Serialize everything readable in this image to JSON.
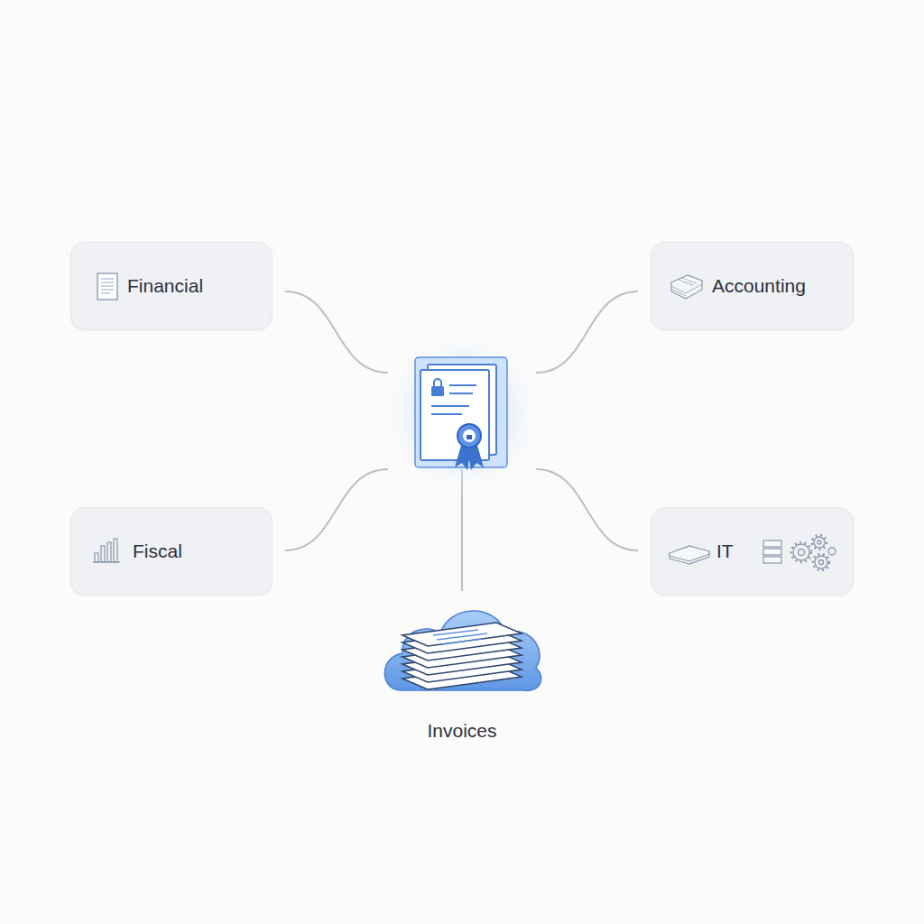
{
  "diagram": {
    "nodes": [
      {
        "text": [
          "Financial"
        ]
      },
      {
        "text": [
          "Accounting"
        ]
      },
      {
        "text": [
          "Fiscal"
        ]
      },
      {
        "text": [
          "IT"
        ]
      }
    ],
    "labels": [
      "Invoices"
    ]
  }
}
